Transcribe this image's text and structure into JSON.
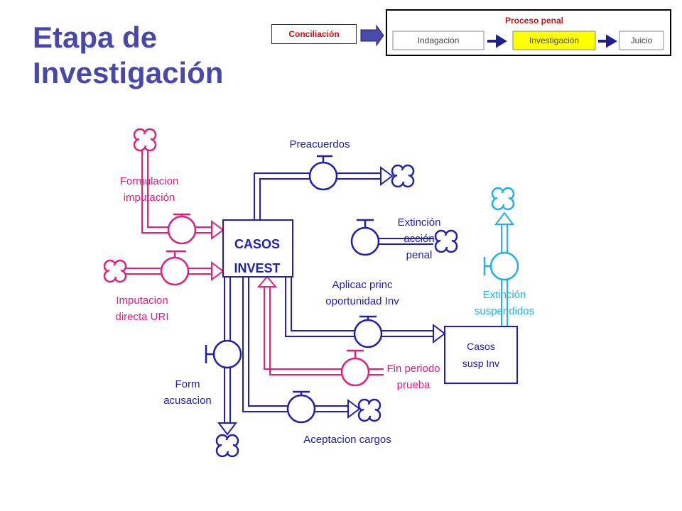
{
  "title": {
    "line1": "Etapa de",
    "line2": "Investigación"
  },
  "header": {
    "conciliacion": "Conciliación",
    "proceso_penal": "Proceso penal",
    "stages": [
      "Indagación",
      "Investigación",
      "Juicio"
    ],
    "active_stage": "Investigación"
  },
  "stocks": {
    "casos_invest": {
      "line1": "CASOS",
      "line2": "INVEST"
    },
    "casos_susp": {
      "line1": "Casos",
      "line2": "susp Inv"
    }
  },
  "flows": {
    "formulacion": {
      "line1": "Formulacion",
      "line2": "imputación"
    },
    "imputacion_directa": {
      "line1": "Imputacion",
      "line2": "directa URI"
    },
    "preacuerdos": "Preacuerdos",
    "extincion_accion": {
      "line1": "Extinción",
      "line2": "acción",
      "line3": "penal"
    },
    "aplicac_princ": {
      "line1": "Aplicac princ",
      "line2": "oportunidad Inv"
    },
    "extincion_susp": {
      "line1": "Extinción",
      "line2": "suspendidos"
    },
    "fin_periodo": {
      "line1": "Fin periodo",
      "line2": "prueba"
    },
    "form_acusacion": {
      "line1": "Form",
      "line2": "acusacion"
    },
    "aceptacion_cargos": "Aceptacion cargos"
  },
  "colors": {
    "title": "#4848a8",
    "blue": "#2020a8",
    "pink": "#e0207a",
    "cyan": "#20b0e8",
    "active_stage": "#ffff00",
    "proceso_penal_text": "#cc1111"
  }
}
